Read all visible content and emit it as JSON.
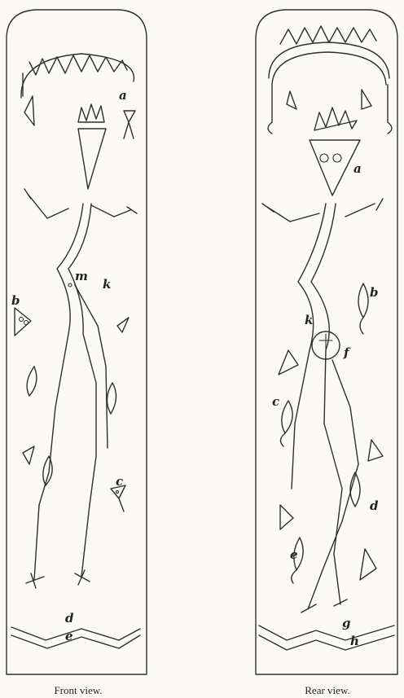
{
  "captions": {
    "front": "Front view.",
    "rear": "Rear view."
  },
  "front_labels": {
    "a": "a",
    "b": "b",
    "c": "c",
    "d": "d",
    "e": "e",
    "m": "m",
    "k": "k"
  },
  "rear_labels": {
    "a": "a",
    "b": "b",
    "c": "c",
    "d": "d",
    "e": "e",
    "f": "f",
    "g": "g",
    "h": "h",
    "k": "k"
  },
  "colors": {
    "ink": "#2e2e2e",
    "paper": "#fbfbf4"
  }
}
